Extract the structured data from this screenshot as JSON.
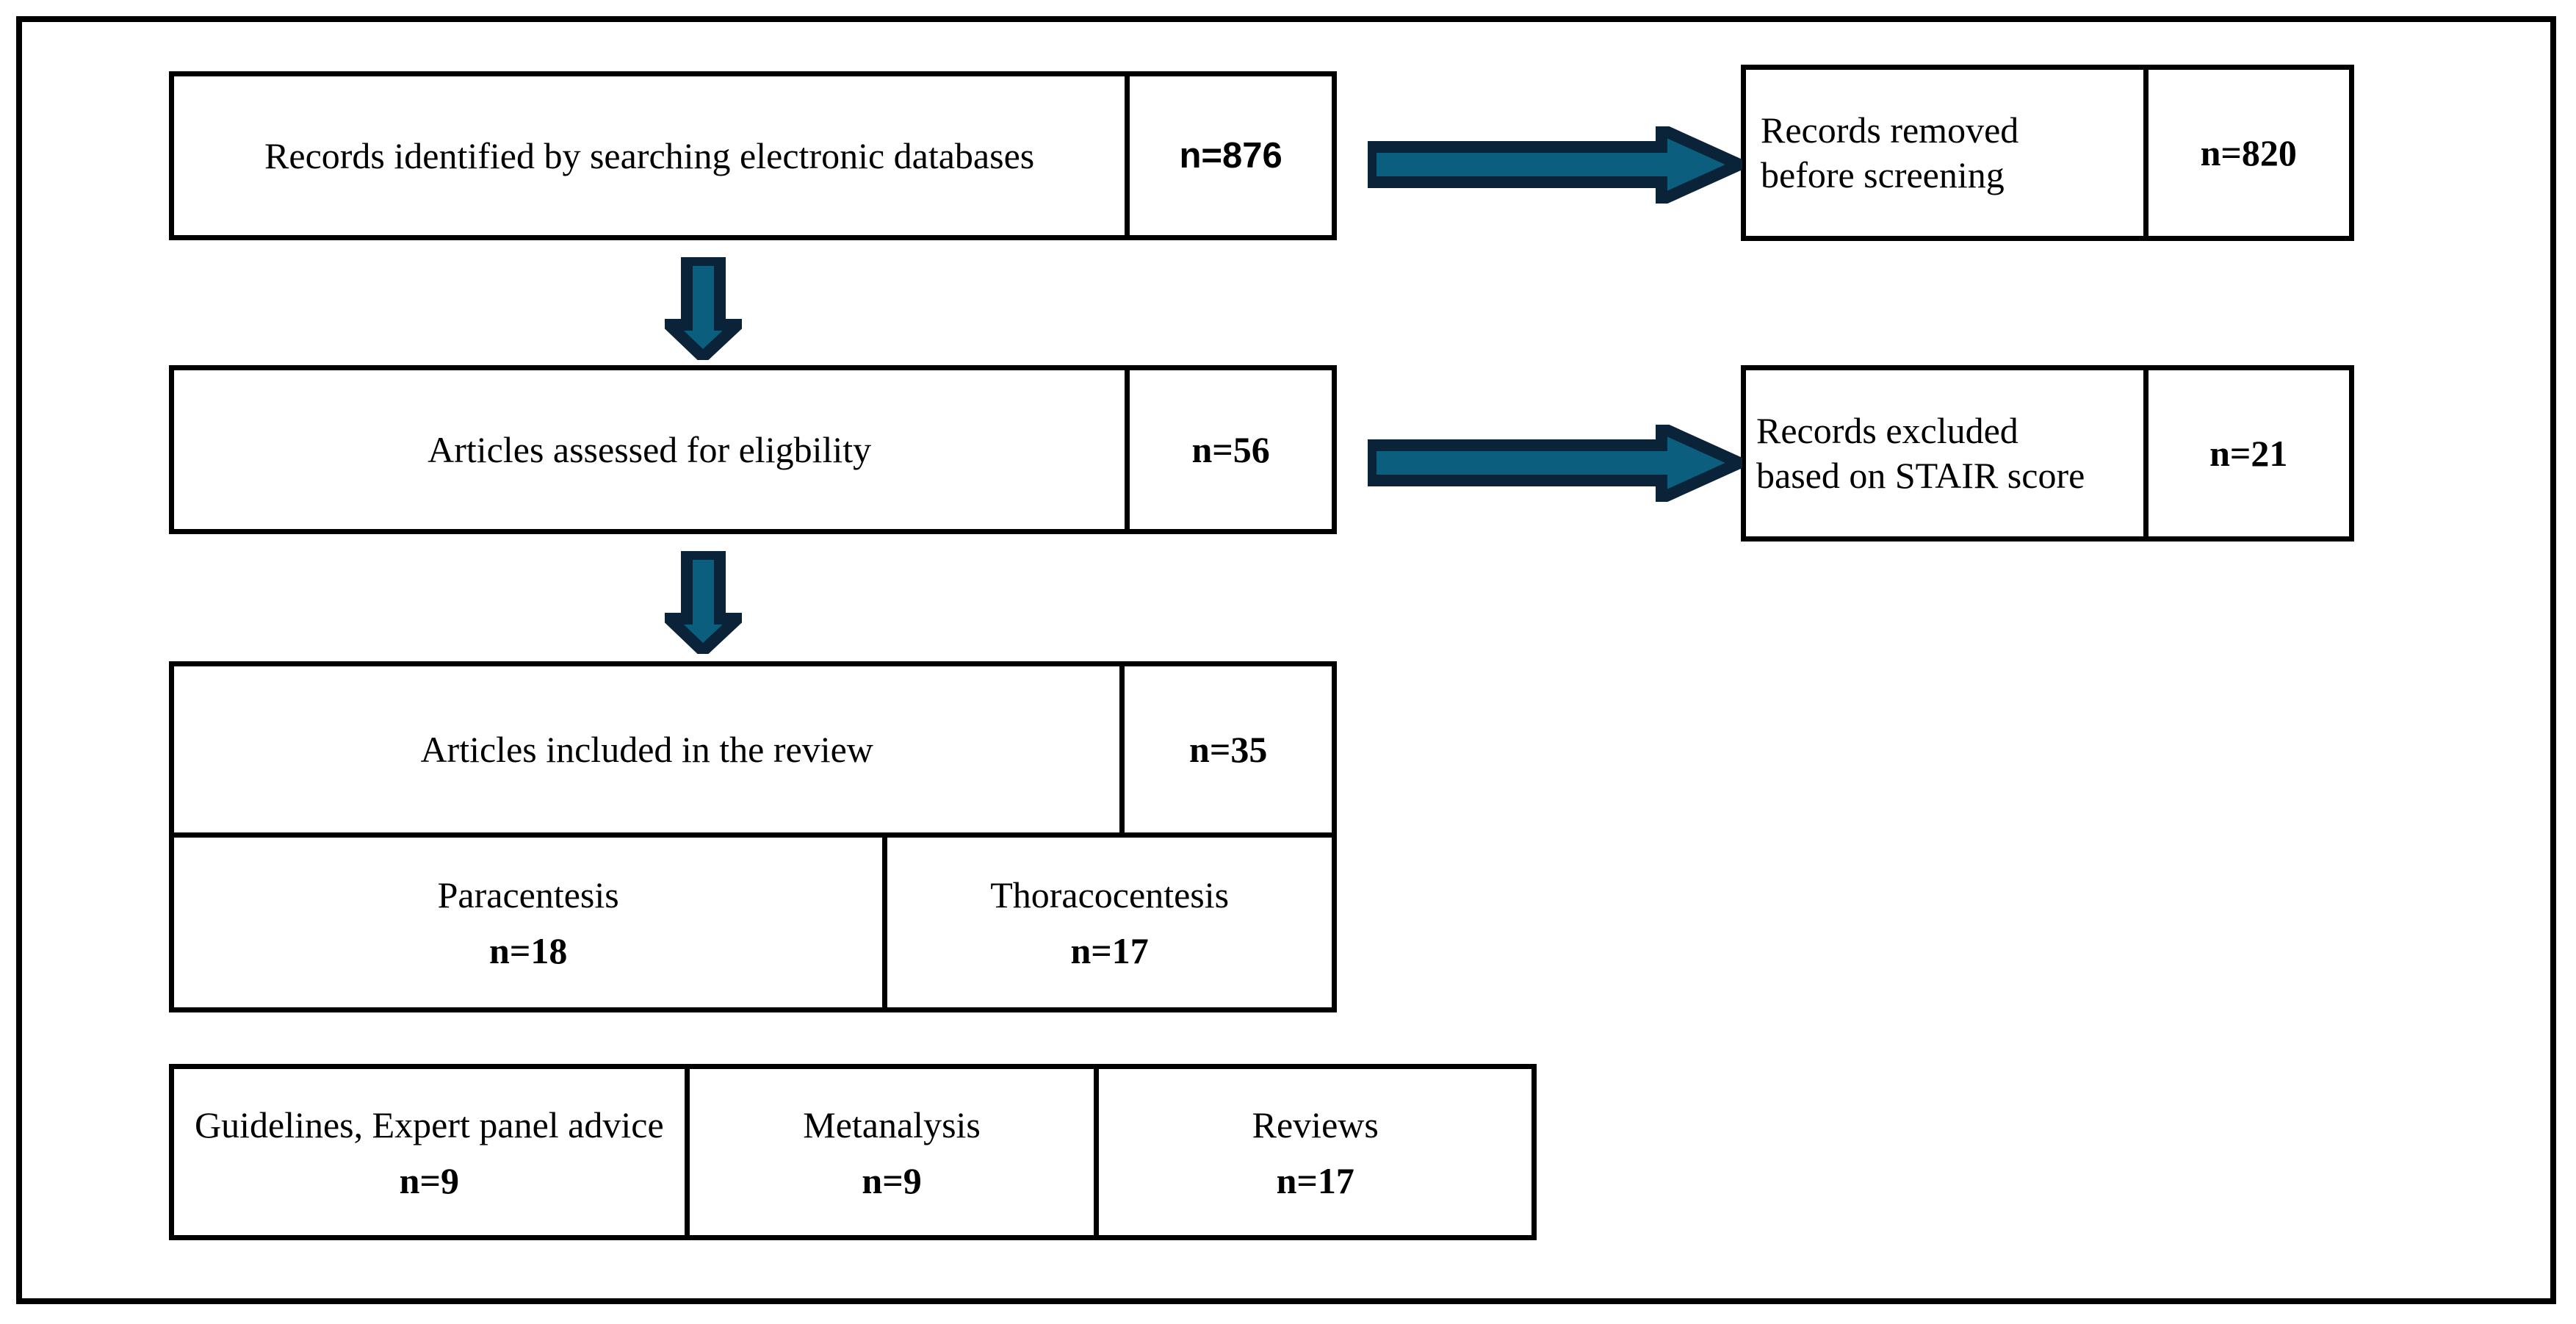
{
  "diagram": {
    "type": "prisma-flow-diagram",
    "colors": {
      "border": "#000000",
      "arrow_fill": "#0B5E7D",
      "arrow_outline": "#0A2338",
      "background": "#FFFFFF"
    },
    "nodes": {
      "identified": {
        "label": "Records identified by searching electronic databases",
        "count": "n=876"
      },
      "removed": {
        "label_line1": "Records removed",
        "label_line2": "before screening",
        "count": "n=820"
      },
      "eligibility": {
        "label": "Articles assessed for eligbility",
        "count": "n=56"
      },
      "excluded": {
        "label_line1": "Records excluded",
        "label_line2": "based on STAIR score",
        "count": "n=21"
      },
      "included": {
        "label": "Articles included in the review",
        "count": "n=35"
      },
      "paracentesis": {
        "label": "Paracentesis",
        "count": "n=18"
      },
      "thoracocentesis": {
        "label": "Thoracocentesis",
        "count": "n=17"
      },
      "guidelines": {
        "label": "Guidelines, Expert panel advice",
        "count": "n=9"
      },
      "metanalysis": {
        "label": "Metanalysis",
        "count": "n=9"
      },
      "reviews": {
        "label": "Reviews",
        "count": "n=17"
      }
    },
    "arrows": [
      {
        "name": "identified-to-removed",
        "direction": "right"
      },
      {
        "name": "identified-to-eligibility",
        "direction": "down"
      },
      {
        "name": "eligibility-to-excluded",
        "direction": "right"
      },
      {
        "name": "eligibility-to-included",
        "direction": "down"
      }
    ]
  }
}
